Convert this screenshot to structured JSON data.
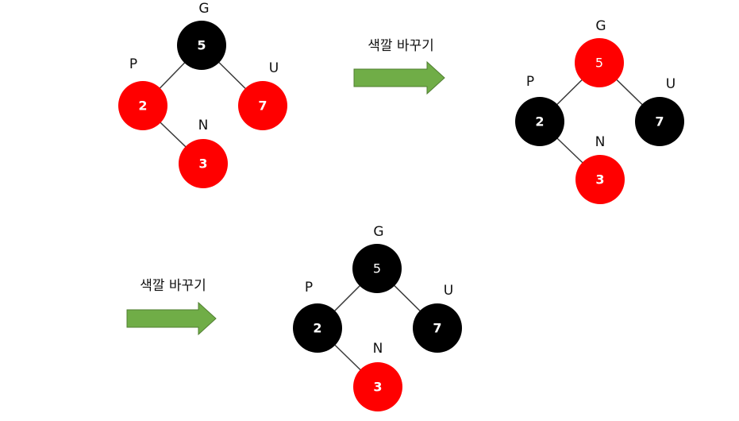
{
  "colors": {
    "red": "#ff0000",
    "black": "#000000",
    "arrow": "#70ad47",
    "arrow_stroke": "#507e32",
    "edge": "#3a3a3a"
  },
  "roles": {
    "g": "G",
    "p": "P",
    "u": "U",
    "n": "N"
  },
  "transitions": [
    {
      "label": "색깔 바꾸기"
    },
    {
      "label": "색깔 바꾸기"
    }
  ],
  "trees": [
    {
      "g": {
        "value": "5",
        "color": "black"
      },
      "p": {
        "value": "2",
        "color": "red"
      },
      "u": {
        "value": "7",
        "color": "red"
      },
      "n": {
        "value": "3",
        "color": "red"
      }
    },
    {
      "g": {
        "value": "5",
        "color": "red"
      },
      "p": {
        "value": "2",
        "color": "black"
      },
      "u": {
        "value": "7",
        "color": "black"
      },
      "n": {
        "value": "3",
        "color": "red"
      }
    },
    {
      "g": {
        "value": "5",
        "color": "black"
      },
      "p": {
        "value": "2",
        "color": "black"
      },
      "u": {
        "value": "7",
        "color": "black"
      },
      "n": {
        "value": "3",
        "color": "red"
      }
    }
  ]
}
